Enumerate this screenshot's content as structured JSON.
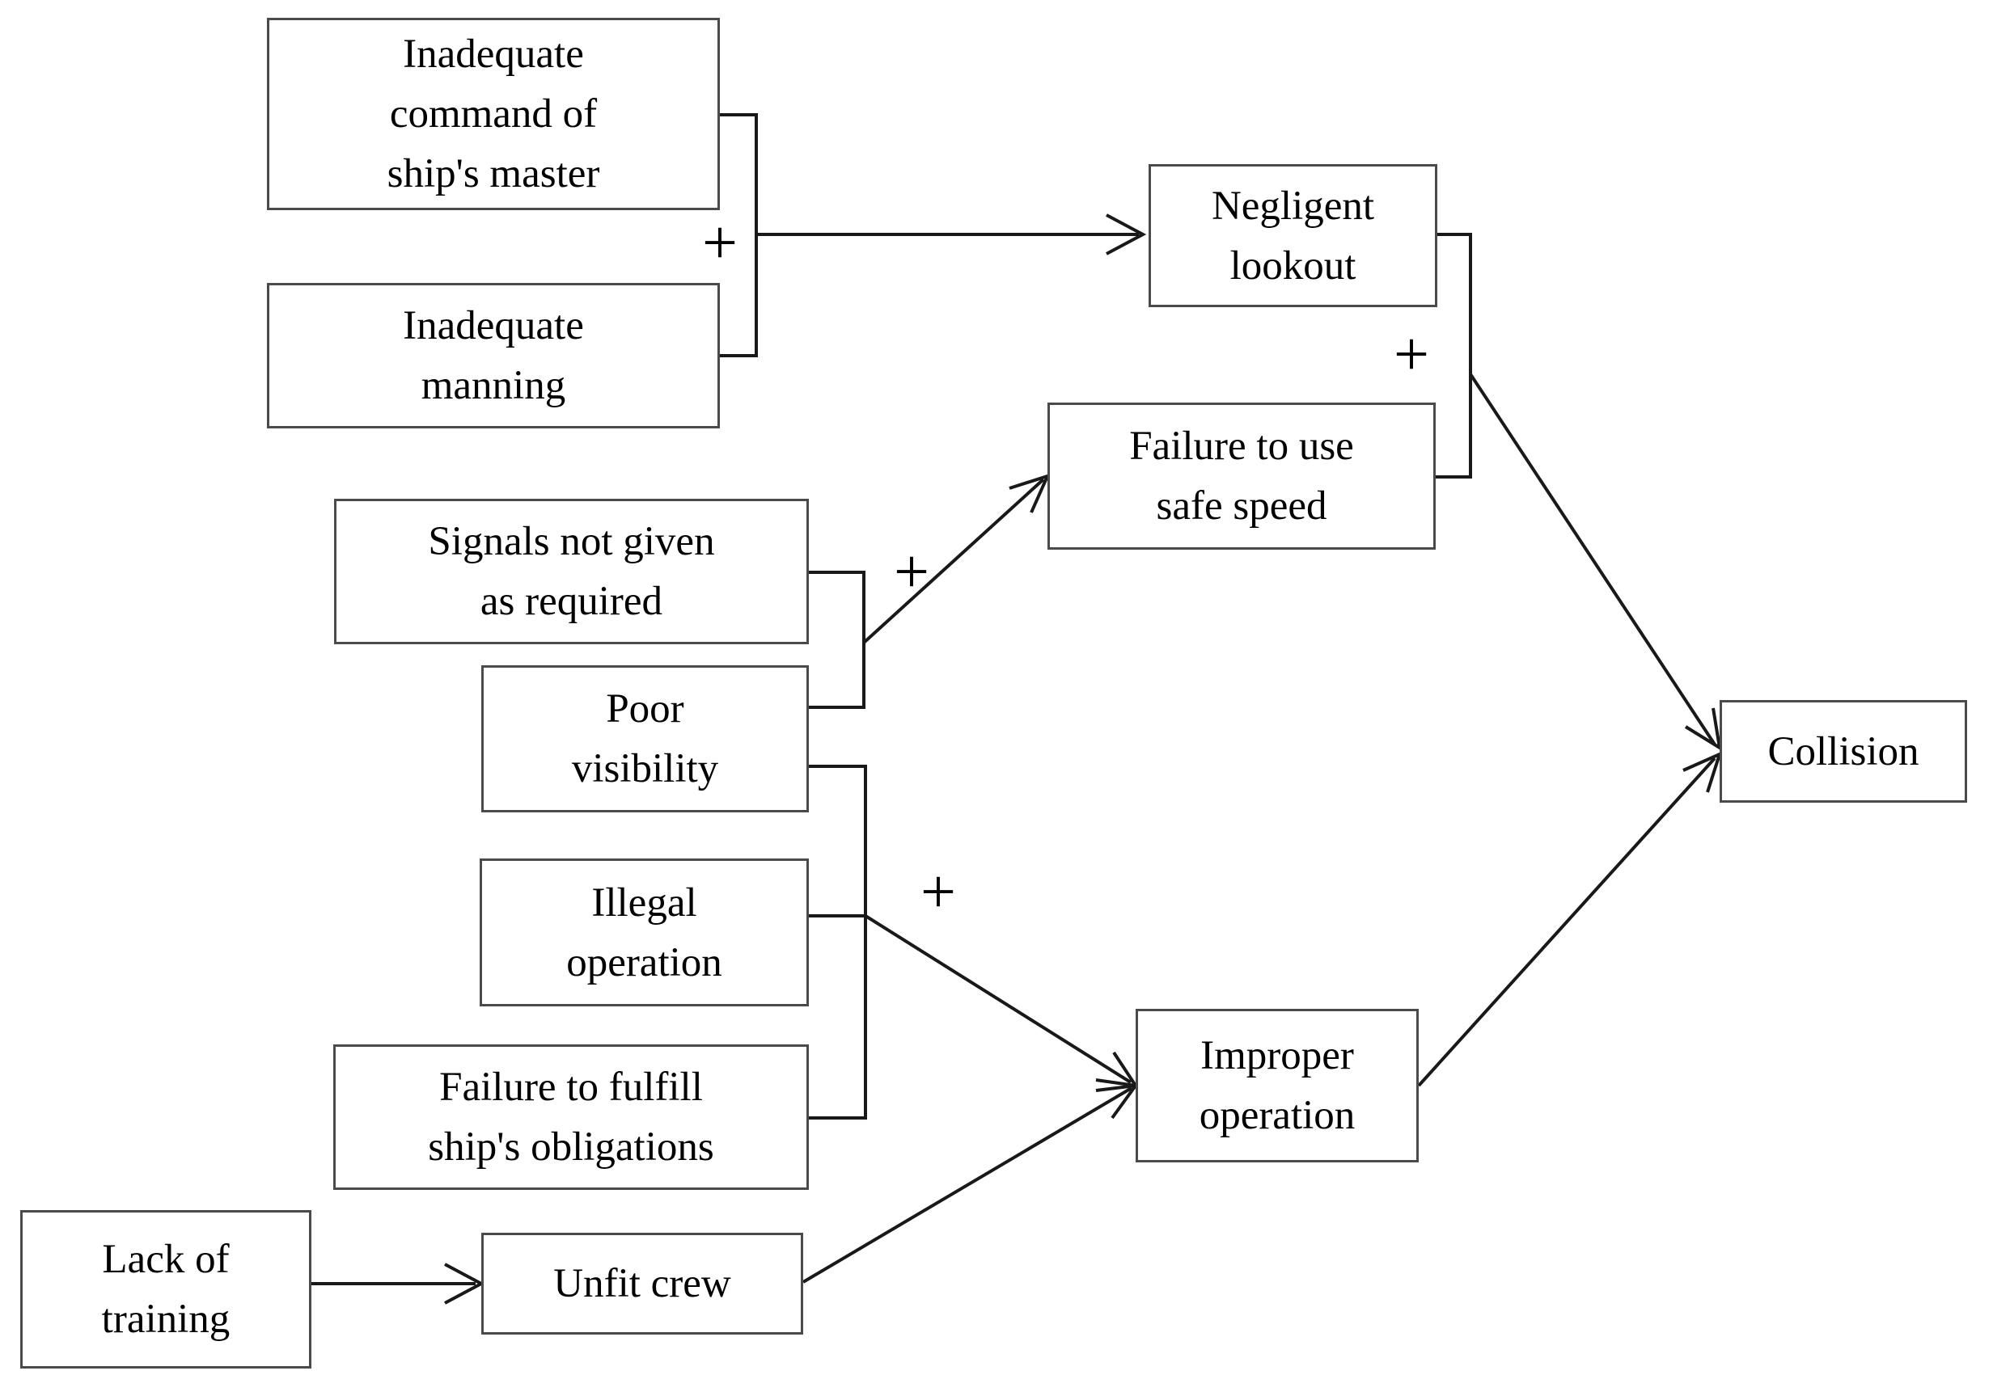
{
  "nodes": {
    "inadequate_command": {
      "label": "Inadequate\ncommand of\nship's master"
    },
    "inadequate_manning": {
      "label": "Inadequate\nmanning"
    },
    "negligent_lookout": {
      "label": "Negligent\nlookout"
    },
    "failure_safe_speed": {
      "label": "Failure to use\nsafe speed"
    },
    "signals_not_given": {
      "label": "Signals not given\nas required"
    },
    "poor_visibility": {
      "label": "Poor\nvisibility"
    },
    "illegal_operation": {
      "label": "Illegal\noperation"
    },
    "failure_fulfill_obligations": {
      "label": "Failure to fulfill\nship's obligations"
    },
    "lack_of_training": {
      "label": "Lack of\ntraining"
    },
    "unfit_crew": {
      "label": "Unfit crew"
    },
    "improper_operation": {
      "label": "Improper\noperation"
    },
    "collision": {
      "label": "Collision"
    }
  },
  "symbols": {
    "plus": "+"
  },
  "edges": [
    {
      "from": [
        "inadequate_command",
        "inadequate_manning"
      ],
      "junction": "+",
      "to": "negligent_lookout"
    },
    {
      "from": [
        "signals_not_given",
        "poor_visibility"
      ],
      "junction": "+",
      "to": "failure_safe_speed"
    },
    {
      "from": [
        "poor_visibility",
        "illegal_operation",
        "failure_fulfill_obligations"
      ],
      "junction": "+",
      "to": "improper_operation"
    },
    {
      "from": [
        "lack_of_training"
      ],
      "junction": null,
      "to": "unfit_crew"
    },
    {
      "from": [
        "unfit_crew"
      ],
      "junction": null,
      "to": "improper_operation"
    },
    {
      "from": [
        "negligent_lookout",
        "failure_safe_speed"
      ],
      "junction": "+",
      "to": "collision"
    },
    {
      "from": [
        "improper_operation"
      ],
      "junction": null,
      "to": "collision"
    }
  ]
}
